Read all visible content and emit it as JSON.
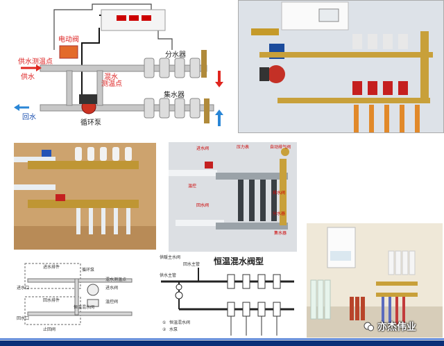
{
  "diagram_top_left": {
    "labels": {
      "motor_valve": "电动阀",
      "supply_temp_point": "供水测温点",
      "supply": "供水",
      "mix_temp_point_1": "混水",
      "mix_temp_point_2": "测温点",
      "distributor": "分水器",
      "collector": "集水器",
      "return": "回水",
      "pump": "循环泵"
    },
    "colors": {
      "supply_arrow": "#e0261f",
      "return_arrow": "#2a86d6"
    }
  },
  "photo_top_right": {},
  "photo_mid_left": {},
  "photo_mid_center": {
    "labels": {
      "a": "进水阀",
      "b": "压力表",
      "c": "自动排气阀",
      "d": "温控",
      "e": "排水阀",
      "f": "回水阀",
      "g": "分水器",
      "h": "集水器"
    }
  },
  "diagram_bottom_left": {
    "labels": {
      "supply_manifold": "进水排件",
      "return_manifold": "回水排件",
      "pump": "循环泵",
      "bypass": "恒温混水阀",
      "temp_point": "混水测温点",
      "ball_valve": "进水阀",
      "supply_in": "进水口",
      "return_out": "回水口",
      "stop_valve": "止回阀",
      "temp_valve": "温控阀"
    }
  },
  "diagram_bottom_center": {
    "title": "恒温混水阀型",
    "labels": {
      "boiler_in": "供暖主水阀",
      "supply_main": "供水主管",
      "return_main": "回水主管",
      "legend_1": "恒温混水阀",
      "legend_2": "水泵",
      "legend_1_num": "①",
      "legend_2_num": "②"
    }
  },
  "photo_bottom_right": {},
  "watermark": {
    "text": "亦杰伟业"
  }
}
